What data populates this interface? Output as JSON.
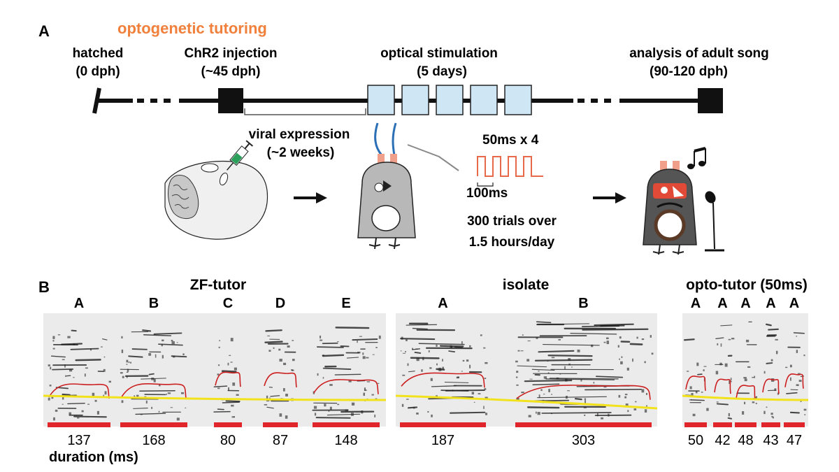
{
  "panel_a": {
    "label": "A",
    "title": "optogenetic tutoring",
    "events": {
      "hatched": [
        "hatched",
        "(0 dph)"
      ],
      "injection": [
        "ChR2 injection",
        "(~45 dph)"
      ],
      "stimulation": [
        "optical stimulation",
        "(5 days)"
      ],
      "analysis": [
        "analysis of adult song",
        "(90-120 dph)"
      ]
    },
    "viral_expression": [
      "viral expression",
      "(~2 weeks)"
    ],
    "stim_protocol": {
      "pulse_label": "50ms x 4",
      "period_label": "100ms",
      "trials": [
        "300 trials over",
        "1.5 hours/day"
      ],
      "pulse_count": 4
    },
    "stimulation_days": 5
  },
  "panel_b": {
    "label": "B",
    "groups": [
      {
        "title": "ZF-tutor",
        "syllables": [
          {
            "name": "A",
            "duration": "137"
          },
          {
            "name": "B",
            "duration": "168"
          },
          {
            "name": "C",
            "duration": "80"
          },
          {
            "name": "D",
            "duration": "87"
          },
          {
            "name": "E",
            "duration": "148"
          }
        ]
      },
      {
        "title": "isolate",
        "syllables": [
          {
            "name": "A",
            "duration": "187"
          },
          {
            "name": "B",
            "duration": "303"
          }
        ]
      },
      {
        "title": "opto-tutor (50ms)",
        "syllables": [
          {
            "name": "A",
            "duration": "50"
          },
          {
            "name": "A",
            "duration": "42"
          },
          {
            "name": "A",
            "duration": "48"
          },
          {
            "name": "A",
            "duration": "43"
          },
          {
            "name": "A",
            "duration": "47"
          }
        ]
      }
    ],
    "axis_label": "duration (ms)"
  },
  "colors": {
    "title_orange": "#f0803c",
    "stim_box": "#cfe6f5",
    "pulse_trace": "#e8694a",
    "bar_red": "#e0262b",
    "pitch_red": "#cc2020",
    "amp_yellow": "#f2e21c",
    "fiber_blue": "#2b6fb6"
  }
}
